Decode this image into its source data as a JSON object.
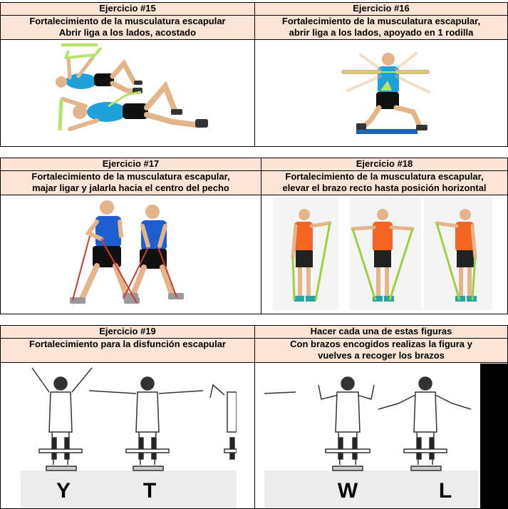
{
  "row1": {
    "left": {
      "title": "Ejercicio #15",
      "desc_line1": "Fortalecimiento de la musculatura escapular",
      "desc_line2": "Abrir liga a los lados, acostado"
    },
    "right": {
      "title": "Ejercicio #16",
      "desc_line1": "Fortalecimiento de la musculatura escapular,",
      "desc_line2": "abrir liga a los lados, apoyado en 1 rodilla"
    }
  },
  "row2": {
    "left": {
      "title": "Ejercicio #17",
      "desc_line1": "Fortalecimiento de la musculatura escapular,",
      "desc_line2": "majar ligar y jalarla hacia el centro del pecho"
    },
    "right": {
      "title": "Ejercicio #18",
      "desc_line1": "Fortalecimiento de la musculatura escapular,",
      "desc_line2": "elevar el brazo recto hasta posición horizontal"
    }
  },
  "row3": {
    "left": {
      "title": "Ejercicio #19",
      "desc_line1": "Fortalecimiento para la disfunción escapular"
    },
    "right": {
      "title": "Hacer cada una de estas figuras",
      "desc_line1": "Con brazos encogidos realizas la figura y",
      "desc_line2": "vuelves a recoger los brazos"
    }
  },
  "figure_letters": {
    "y": "Y",
    "t": "T",
    "w": "W",
    "l": "L"
  },
  "colors": {
    "header_bg": "#fbe4d5",
    "band": "#b5e36a",
    "shirt_blue": "#1ea0d8",
    "shirt_orange": "#f26522",
    "shorts": "#111111"
  }
}
